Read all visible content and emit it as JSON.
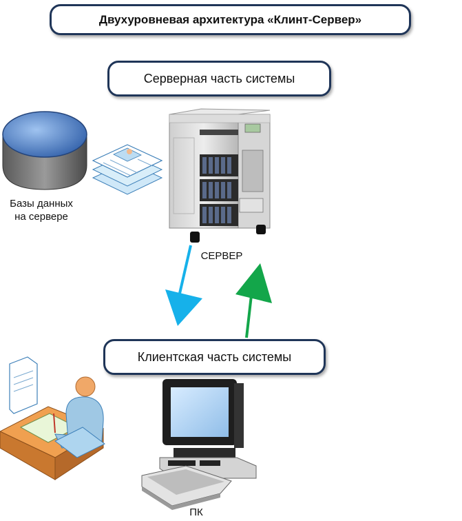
{
  "diagram": {
    "title": "Двухуровневая архитектура «Клинт-Сервер»",
    "server_part": "Серверная часть системы",
    "client_part": "Клиентская часть системы",
    "db_caption_line1": "Базы данных",
    "db_caption_line2": "на сервере",
    "server_caption": "СЕРВЕР",
    "pc_caption": "ПК"
  },
  "colors": {
    "box_border": "#1f3558",
    "arrow_down": "#16b1ea",
    "arrow_up": "#13a64a",
    "database": "#3f6fb5"
  },
  "icons": [
    "database-icon",
    "documents-icon",
    "server-icon",
    "user-at-desk-icon",
    "pc-icon"
  ]
}
